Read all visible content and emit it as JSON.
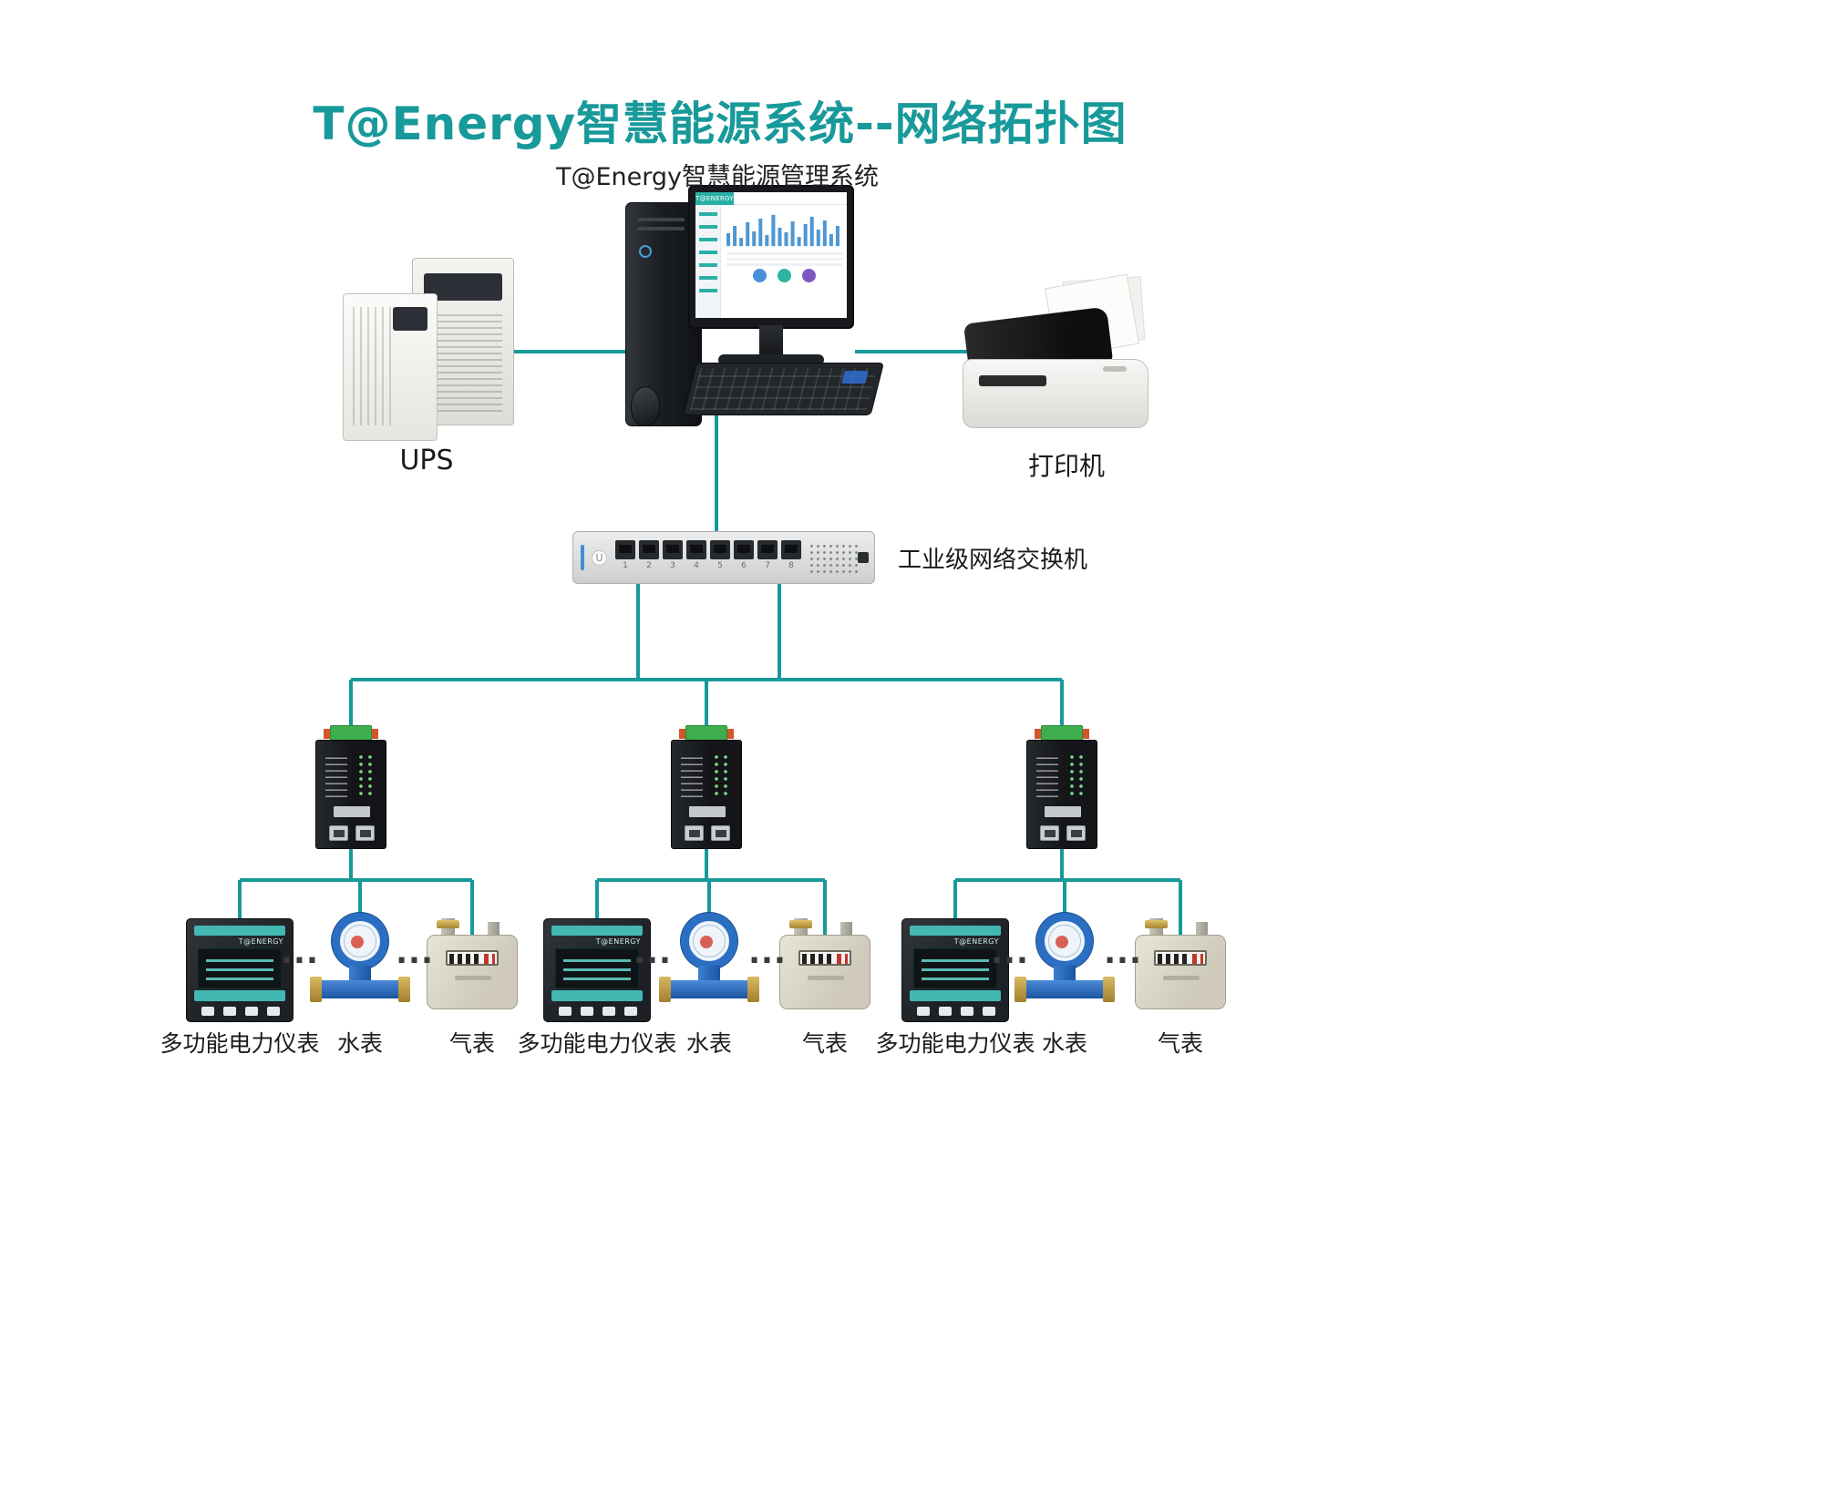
{
  "title": "T@Energy智慧能源系统--网络拓扑图",
  "subtitle": "T@Energy智慧能源管理系统",
  "colors": {
    "accent": "#18999a",
    "line": "#18999a"
  },
  "labels": {
    "ups": "UPS",
    "printer": "打印机",
    "switch": "工业级网络交换机"
  },
  "switch": {
    "logo": "U",
    "port_numbers": [
      "1",
      "2",
      "3",
      "4",
      "5",
      "6",
      "7",
      "8"
    ]
  },
  "monitor": {
    "brand": "T@ENERGY"
  },
  "meters": {
    "brand": "T@ENERGY"
  },
  "groups": [
    {
      "power": "多功能电力仪表",
      "water": "水表",
      "gas": "气表",
      "dots1": "...",
      "dots2": "..."
    },
    {
      "power": "多功能电力仪表",
      "water": "水表",
      "gas": "气表",
      "dots1": "...",
      "dots2": "..."
    },
    {
      "power": "多功能电力仪表",
      "water": "水表",
      "gas": "气表",
      "dots1": "...",
      "dots2": "..."
    }
  ]
}
